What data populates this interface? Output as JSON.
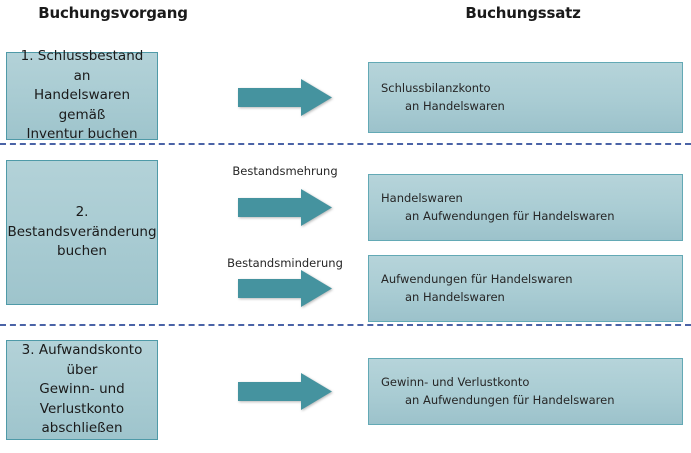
{
  "headers": {
    "left": "Buchungsvorgang",
    "right": "Buchungssatz"
  },
  "colors": {
    "box_fill": "#a9ccd3",
    "box_border": "#4f9aa8",
    "arrow_fill": "#45939f",
    "divider": "#4a63a6",
    "text": "#262626"
  },
  "rows": [
    {
      "id": "row-1",
      "process": {
        "lines": [
          "1. Schlussbestand an",
          "Handelswaren gemäß",
          "Inventur buchen"
        ]
      },
      "flows": [
        {
          "arrow_label": "",
          "record": {
            "line1": "Schlussbilanzkonto",
            "line2": "an Handelswaren"
          }
        }
      ]
    },
    {
      "id": "row-2",
      "process": {
        "lines": [
          "2. Bestandsveränderung",
          "buchen"
        ]
      },
      "flows": [
        {
          "arrow_label": "Bestandsmehrung",
          "record": {
            "line1": "Handelswaren",
            "line2": "an Aufwendungen für Handelswaren"
          }
        },
        {
          "arrow_label": "Bestandsminderung",
          "record": {
            "line1": "Aufwendungen für Handelswaren",
            "line2": "an Handelswaren"
          }
        }
      ]
    },
    {
      "id": "row-3",
      "process": {
        "lines": [
          "3. Aufwandskonto über",
          "Gewinn- und Verlustkonto",
          "abschließen"
        ]
      },
      "flows": [
        {
          "arrow_label": "",
          "record": {
            "line1": "Gewinn- und Verlustkonto",
            "line2": "an Aufwendungen für Handelswaren"
          }
        }
      ]
    }
  ]
}
